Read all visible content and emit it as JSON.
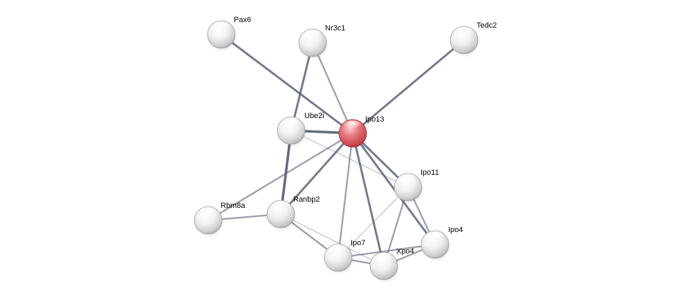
{
  "network": {
    "nodes": [
      {
        "id": "ipo13",
        "label": "Ipo13",
        "query": true
      },
      {
        "id": "pax6",
        "label": "Pax6",
        "query": false
      },
      {
        "id": "nr3c1",
        "label": "Nr3c1",
        "query": false
      },
      {
        "id": "tedc2",
        "label": "Tedc2",
        "query": false
      },
      {
        "id": "ube2i",
        "label": "Ube2i",
        "query": false
      },
      {
        "id": "ipo11",
        "label": "Ipo11",
        "query": false
      },
      {
        "id": "rbm8a",
        "label": "Rbm8a",
        "query": false
      },
      {
        "id": "ranbp2",
        "label": "Ranbp2",
        "query": false
      },
      {
        "id": "ipo4",
        "label": "Ipo4",
        "query": false
      },
      {
        "id": "ipo7",
        "label": "Ipo7",
        "query": false
      },
      {
        "id": "xpo4",
        "label": "Xpo4",
        "query": false
      }
    ],
    "edges": [
      {
        "from": "pax6",
        "to": "ipo13",
        "strength": "medium"
      },
      {
        "from": "nr3c1",
        "to": "ipo13",
        "strength": "weak"
      },
      {
        "from": "nr3c1",
        "to": "ube2i",
        "strength": "medium"
      },
      {
        "from": "tedc2",
        "to": "ipo13",
        "strength": "medium"
      },
      {
        "from": "ube2i",
        "to": "ipo13",
        "strength": "strong"
      },
      {
        "from": "ube2i",
        "to": "ipo11",
        "strength": "faint"
      },
      {
        "from": "ube2i",
        "to": "ranbp2",
        "strength": "strong"
      },
      {
        "from": "ipo13",
        "to": "ipo11",
        "strength": "medium"
      },
      {
        "from": "ipo13",
        "to": "ipo4",
        "strength": "medium"
      },
      {
        "from": "ipo13",
        "to": "xpo4",
        "strength": "medium"
      },
      {
        "from": "ipo13",
        "to": "ipo7",
        "strength": "weak"
      },
      {
        "from": "ipo13",
        "to": "ranbp2",
        "strength": "medium"
      },
      {
        "from": "ipo13",
        "to": "rbm8a",
        "strength": "weak"
      },
      {
        "from": "rbm8a",
        "to": "ranbp2",
        "strength": "weak"
      },
      {
        "from": "ranbp2",
        "to": "ipo7",
        "strength": "weak"
      },
      {
        "from": "ranbp2",
        "to": "xpo4",
        "strength": "faint"
      },
      {
        "from": "ipo11",
        "to": "ipo4",
        "strength": "weak"
      },
      {
        "from": "ipo11",
        "to": "xpo4",
        "strength": "weak"
      },
      {
        "from": "ipo11",
        "to": "ipo7",
        "strength": "faint"
      },
      {
        "from": "ipo4",
        "to": "xpo4",
        "strength": "weak"
      },
      {
        "from": "ipo4",
        "to": "ipo7",
        "strength": "weak"
      },
      {
        "from": "ipo7",
        "to": "xpo4",
        "strength": "weak"
      }
    ]
  },
  "colors": {
    "query_node": "#e06a70",
    "node": "#e8e8e8",
    "edge": "#5d6178",
    "label": "#000000"
  }
}
